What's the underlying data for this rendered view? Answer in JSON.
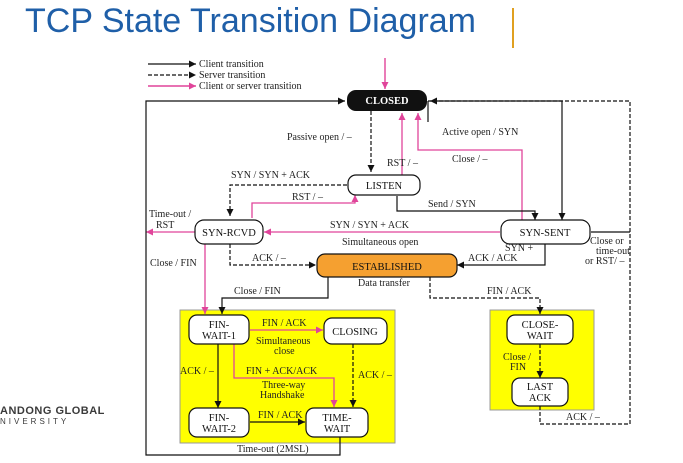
{
  "title": "TCP State Transition Diagram",
  "logo": {
    "line1": "ANDONG GLOBAL",
    "line2": "NIVERSITY"
  },
  "legend": {
    "client": "Client transition",
    "server": "Server transition",
    "both": "Client or server transition"
  },
  "states": {
    "closed": "CLOSED",
    "listen": "LISTEN",
    "syn_rcvd": "SYN-RCVD",
    "syn_sent": "SYN-SENT",
    "established": "ESTABLISHED",
    "fin_wait_1_a": "FIN-",
    "fin_wait_1_b": "WAIT-1",
    "closing": "CLOSING",
    "fin_wait_2_a": "FIN-",
    "fin_wait_2_b": "WAIT-2",
    "time_wait_a": "TIME-",
    "time_wait_b": "WAIT",
    "close_wait_a": "CLOSE-",
    "close_wait_b": "WAIT",
    "last_ack_a": "LAST",
    "last_ack_b": "ACK"
  },
  "labels": {
    "passive_open": "Passive open / –",
    "active_open": "Active open / SYN",
    "rst_1": "RST / –",
    "close_1": "Close / –",
    "syn_synack_1": "SYN / SYN + ACK",
    "rst_2": "RST / –",
    "send_syn": "Send / SYN",
    "timeout_rst_a": "Time-out /",
    "timeout_rst_b": "RST",
    "syn_synack_2": "SYN / SYN + ACK",
    "simultaneous_open": "Simultaneous open",
    "close_fin_1": "Close / FIN",
    "ack_dash_1": "ACK / –",
    "syn_plus_a": "SYN +",
    "syn_plus_b": "ACK / ACK",
    "close_or_a": "Close or",
    "close_or_b": "time-out",
    "close_or_c": "or RST/ –",
    "data_transfer": "Data transfer",
    "close_fin_2": "Close / FIN",
    "fin_ack_1": "FIN / ACK",
    "fin_ack_2": "FIN / ACK",
    "simultaneous_close_a": "Simultaneous",
    "simultaneous_close_b": "close",
    "ack_dash_2": "ACK / –",
    "ack_dash_3": "ACK / –",
    "fin_ack_ack": "FIN + ACK/ACK",
    "three_way_a": "Three-way",
    "three_way_b": "Handshake",
    "fin_ack_3": "FIN / ACK",
    "close_fin_3a": "Close /",
    "close_fin_3b": "FIN",
    "ack_dash_4": "ACK / –",
    "timeout_2msl": "Time-out (2MSL)"
  },
  "colors": {
    "title": "#1f5fa8",
    "pink": "#e0449a",
    "yellow": "#ffff00",
    "established": "#f5a030",
    "closed_fill": "#111111"
  }
}
